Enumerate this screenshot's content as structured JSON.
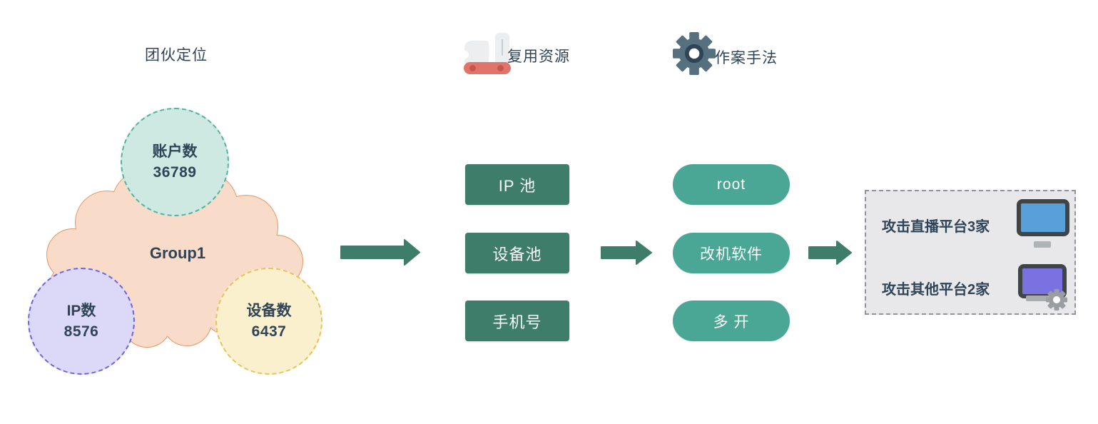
{
  "headers": {
    "group": "团伙定位",
    "resources": "复用资源",
    "methods": "作案手法"
  },
  "group_cloud": {
    "label": "Group1",
    "bubbles": [
      {
        "id": "accounts",
        "label": "账户数",
        "value": "36789"
      },
      {
        "id": "ip",
        "label": "IP数",
        "value": "8576"
      },
      {
        "id": "devices",
        "label": "设备数",
        "value": "6437"
      }
    ]
  },
  "resources": {
    "items": [
      {
        "label": "IP 池"
      },
      {
        "label": "设备池"
      },
      {
        "label": "手机号"
      }
    ]
  },
  "methods": {
    "items": [
      {
        "label": "root"
      },
      {
        "label": "改机软件"
      },
      {
        "label": "多 开"
      }
    ]
  },
  "targets": {
    "items": [
      {
        "label": "攻击直播平台3家",
        "icon": "desktop-monitor-icon"
      },
      {
        "label": "攻击其他平台2家",
        "icon": "laptop-gear-icon"
      }
    ]
  },
  "icons": {
    "resources_header": "swiss-army-knife-icon",
    "methods_header": "gear-icon"
  },
  "colors": {
    "accent_green_dark": "#3E7D69",
    "accent_teal": "#4BA795",
    "cloud_fill": "#F8DCC9",
    "cloud_stroke": "#E39A6B",
    "bubble_accounts_fill": "#CDE9E2",
    "bubble_accounts_stroke": "#52B3A2",
    "bubble_ip_fill": "#DCD9F8",
    "bubble_ip_stroke": "#6C63E0",
    "bubble_devices_fill": "#FAF0CD",
    "bubble_devices_stroke": "#E3C45C",
    "text_dark": "#2F4456",
    "target_panel_fill": "#E8E8EB",
    "target_panel_border": "#8F959B",
    "monitor_screen_blue": "#5AA0D8",
    "laptop_screen_purple": "#7B72E2",
    "device_frame_dark": "#3F4447",
    "knife_red": "#E0746A",
    "gear_slate": "#56707F"
  }
}
